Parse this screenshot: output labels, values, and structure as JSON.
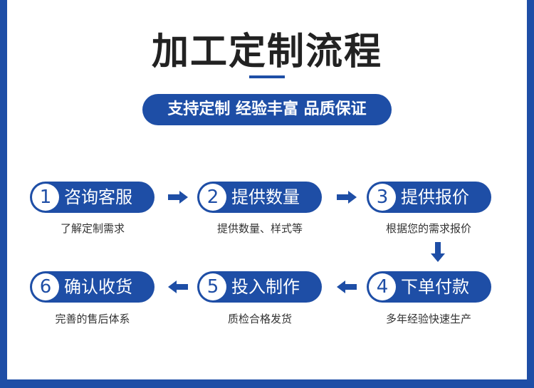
{
  "header": {
    "title": "加工定制流程",
    "subtitle": "支持定制 经验丰富 品质保证"
  },
  "steps": [
    {
      "num": "1",
      "label": "咨询客服",
      "desc": "了解定制需求"
    },
    {
      "num": "2",
      "label": "提供数量",
      "desc": "提供数量、样式等"
    },
    {
      "num": "3",
      "label": "提供报价",
      "desc": "根据您的需求报价"
    },
    {
      "num": "4",
      "label": "下单付款",
      "desc": "多年经验快速生产"
    },
    {
      "num": "5",
      "label": "投入制作",
      "desc": "质检合格发货"
    },
    {
      "num": "6",
      "label": "确认收货",
      "desc": "完善的售后体系"
    }
  ],
  "colors": {
    "accent": "#1e4ea6",
    "text": "#222222",
    "background": "#ffffff"
  },
  "icons": [
    "arrow-right-icon",
    "arrow-down-icon",
    "arrow-left-icon"
  ]
}
